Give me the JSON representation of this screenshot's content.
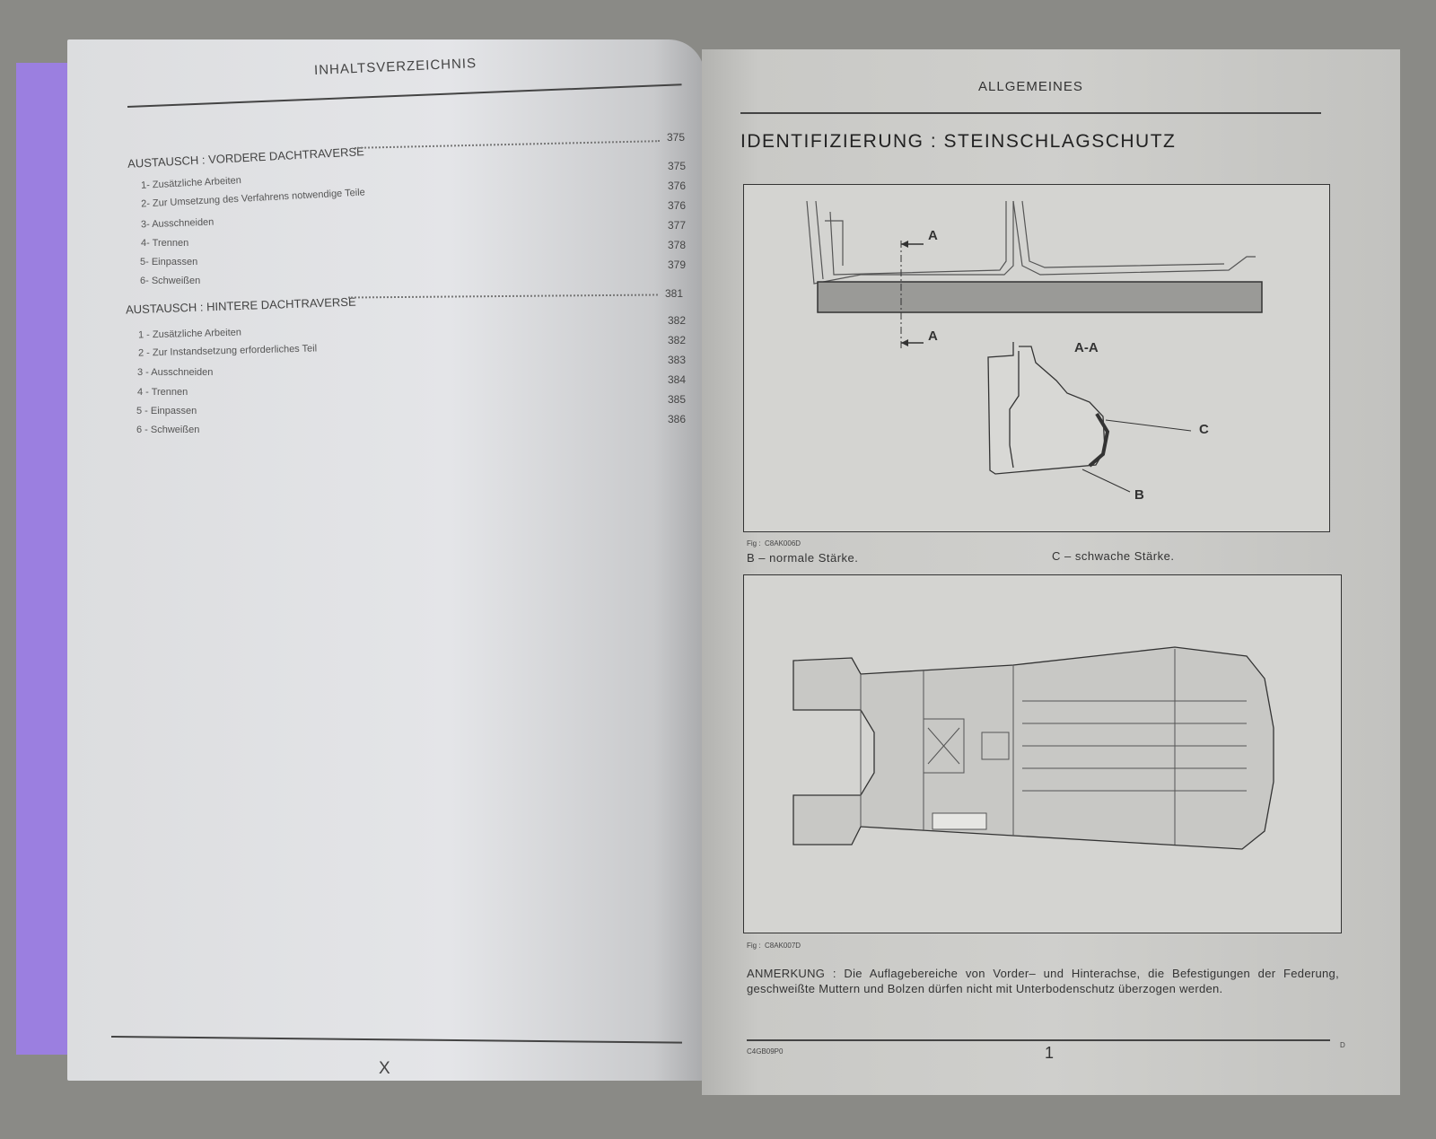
{
  "left_page": {
    "header": "INHALTSVERZEICHNIS",
    "sections": [
      {
        "title": "AUSTAUSCH : VORDERE DACHTRAVERSE",
        "page": "375",
        "items": [
          {
            "label": "1- Zusätzliche Arbeiten",
            "page": "375"
          },
          {
            "label": "2- Zur Umsetzung des Verfahrens notwendige Teile",
            "page": "376"
          },
          {
            "label": "3- Ausschneiden",
            "page": "376"
          },
          {
            "label": "4- Trennen",
            "page": "377"
          },
          {
            "label": "5- Einpassen",
            "page": "378"
          },
          {
            "label": "6- Schweißen",
            "page": "379"
          }
        ]
      },
      {
        "title": "AUSTAUSCH : HINTERE DACHTRAVERSE",
        "page": "381",
        "items": [
          {
            "label": "1 - Zusätzliche Arbeiten",
            "page": "382"
          },
          {
            "label": "2 - Zur Instandsetzung erforderliches Teil",
            "page": "382"
          },
          {
            "label": "3 - Ausschneiden",
            "page": "383"
          },
          {
            "label": "4 - Trennen",
            "page": "384"
          },
          {
            "label": "5 - Einpassen",
            "page": "385"
          },
          {
            "label": "6 - Schweißen",
            "page": "386"
          }
        ]
      }
    ],
    "footer_page": "X"
  },
  "right_page": {
    "header": "ALLGEMEINES",
    "title": "IDENTIFIZIERUNG : STEINSCHLAGSCHUTZ",
    "figure1": {
      "labels": {
        "a_top": "A",
        "a_bottom": "A",
        "section": "A-A",
        "c": "C",
        "b": "B"
      },
      "fig_label": "Fig :",
      "fig_id": "C8AK006D"
    },
    "legend": {
      "b": "B – normale Stärke.",
      "c": "C – schwache Stärke."
    },
    "figure2": {
      "fig_label": "Fig :",
      "fig_id": "C8AK007D"
    },
    "note": "ANMERKUNG : Die Auflagebereiche von Vorder– und Hinterachse, die Befestigungen der Federung, geschweißte Muttern und Bolzen dürfen nicht mit Unterbodenschutz überzogen werden.",
    "footer": {
      "code": "C4GB09P0",
      "page": "1",
      "edition": "D"
    }
  }
}
